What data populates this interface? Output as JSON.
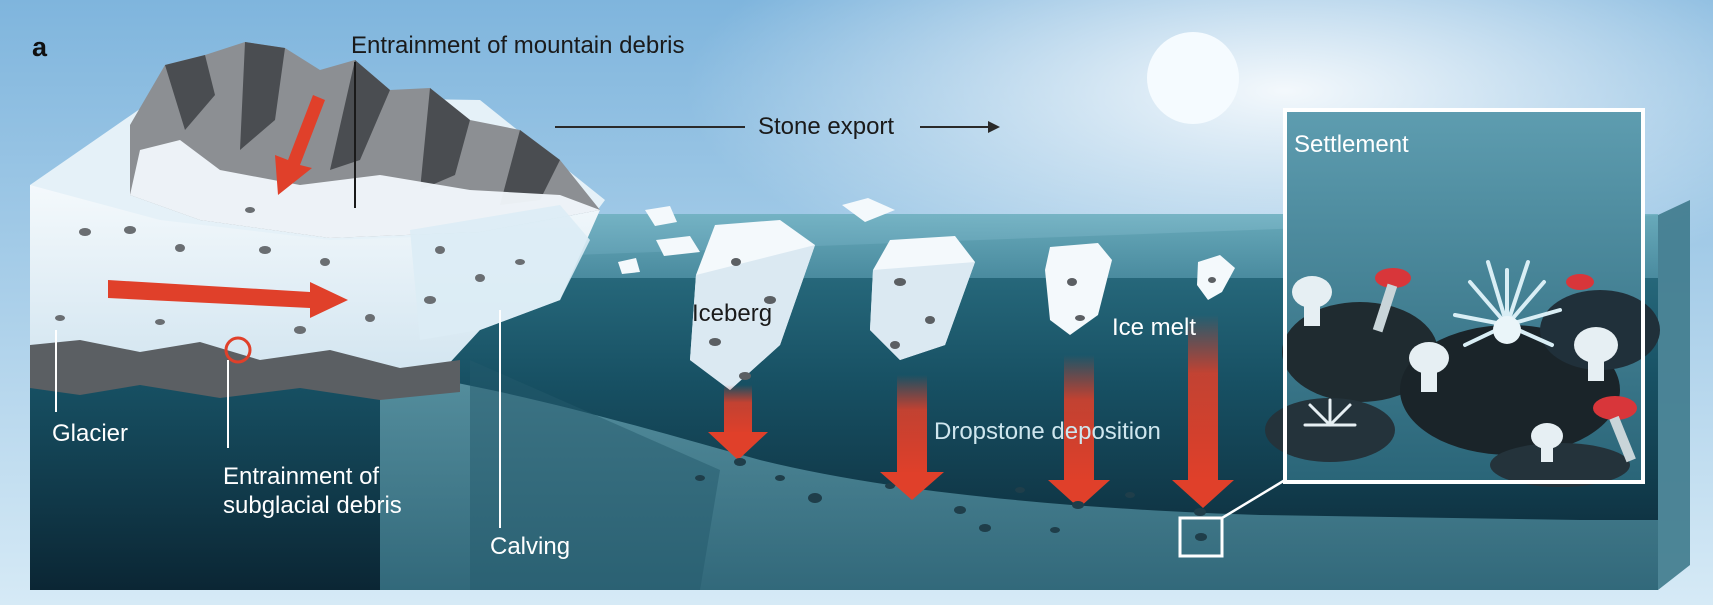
{
  "panel_letter": "a",
  "labels": {
    "mountain_debris": "Entrainment of mountain debris",
    "stone_export": "Stone export",
    "settlement": "Settlement",
    "iceberg": "Iceberg",
    "ice_melt": "Ice melt",
    "dropstone_deposition": "Dropstone deposition",
    "glacier": "Glacier",
    "subglacial_line1": "Entrainment of",
    "subglacial_line2": "subglacial debris",
    "calving": "Calving"
  },
  "colors": {
    "sky_top": "#8fbfe2",
    "sky_bottom": "#dcedf7",
    "water_surface": "#5f9fb0",
    "water_deep": "#0e2f3d",
    "glacier_ice": "#eef6fb",
    "rock": "#5b5f63",
    "arrow_red": "#e0402a",
    "inset_border": "#ffffff"
  }
}
